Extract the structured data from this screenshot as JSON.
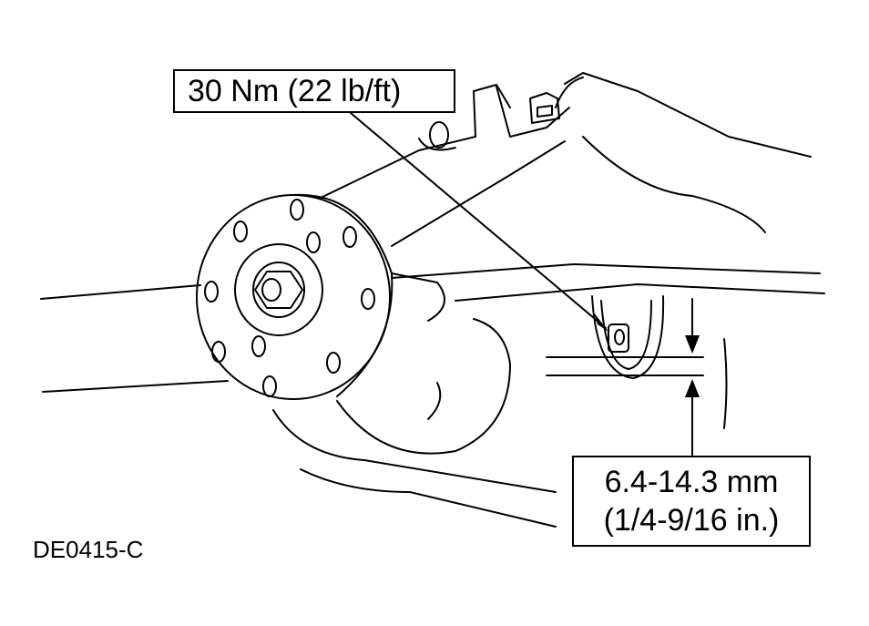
{
  "callouts": {
    "torque_spec": "30 Nm (22 lb/ft)",
    "gap_metric": "6.4-14.3 mm",
    "gap_imperial": "(1/4-9/16 in.)"
  },
  "figure_code": "DE0415-C",
  "colors": {
    "line": "#000000",
    "background": "#ffffff"
  }
}
